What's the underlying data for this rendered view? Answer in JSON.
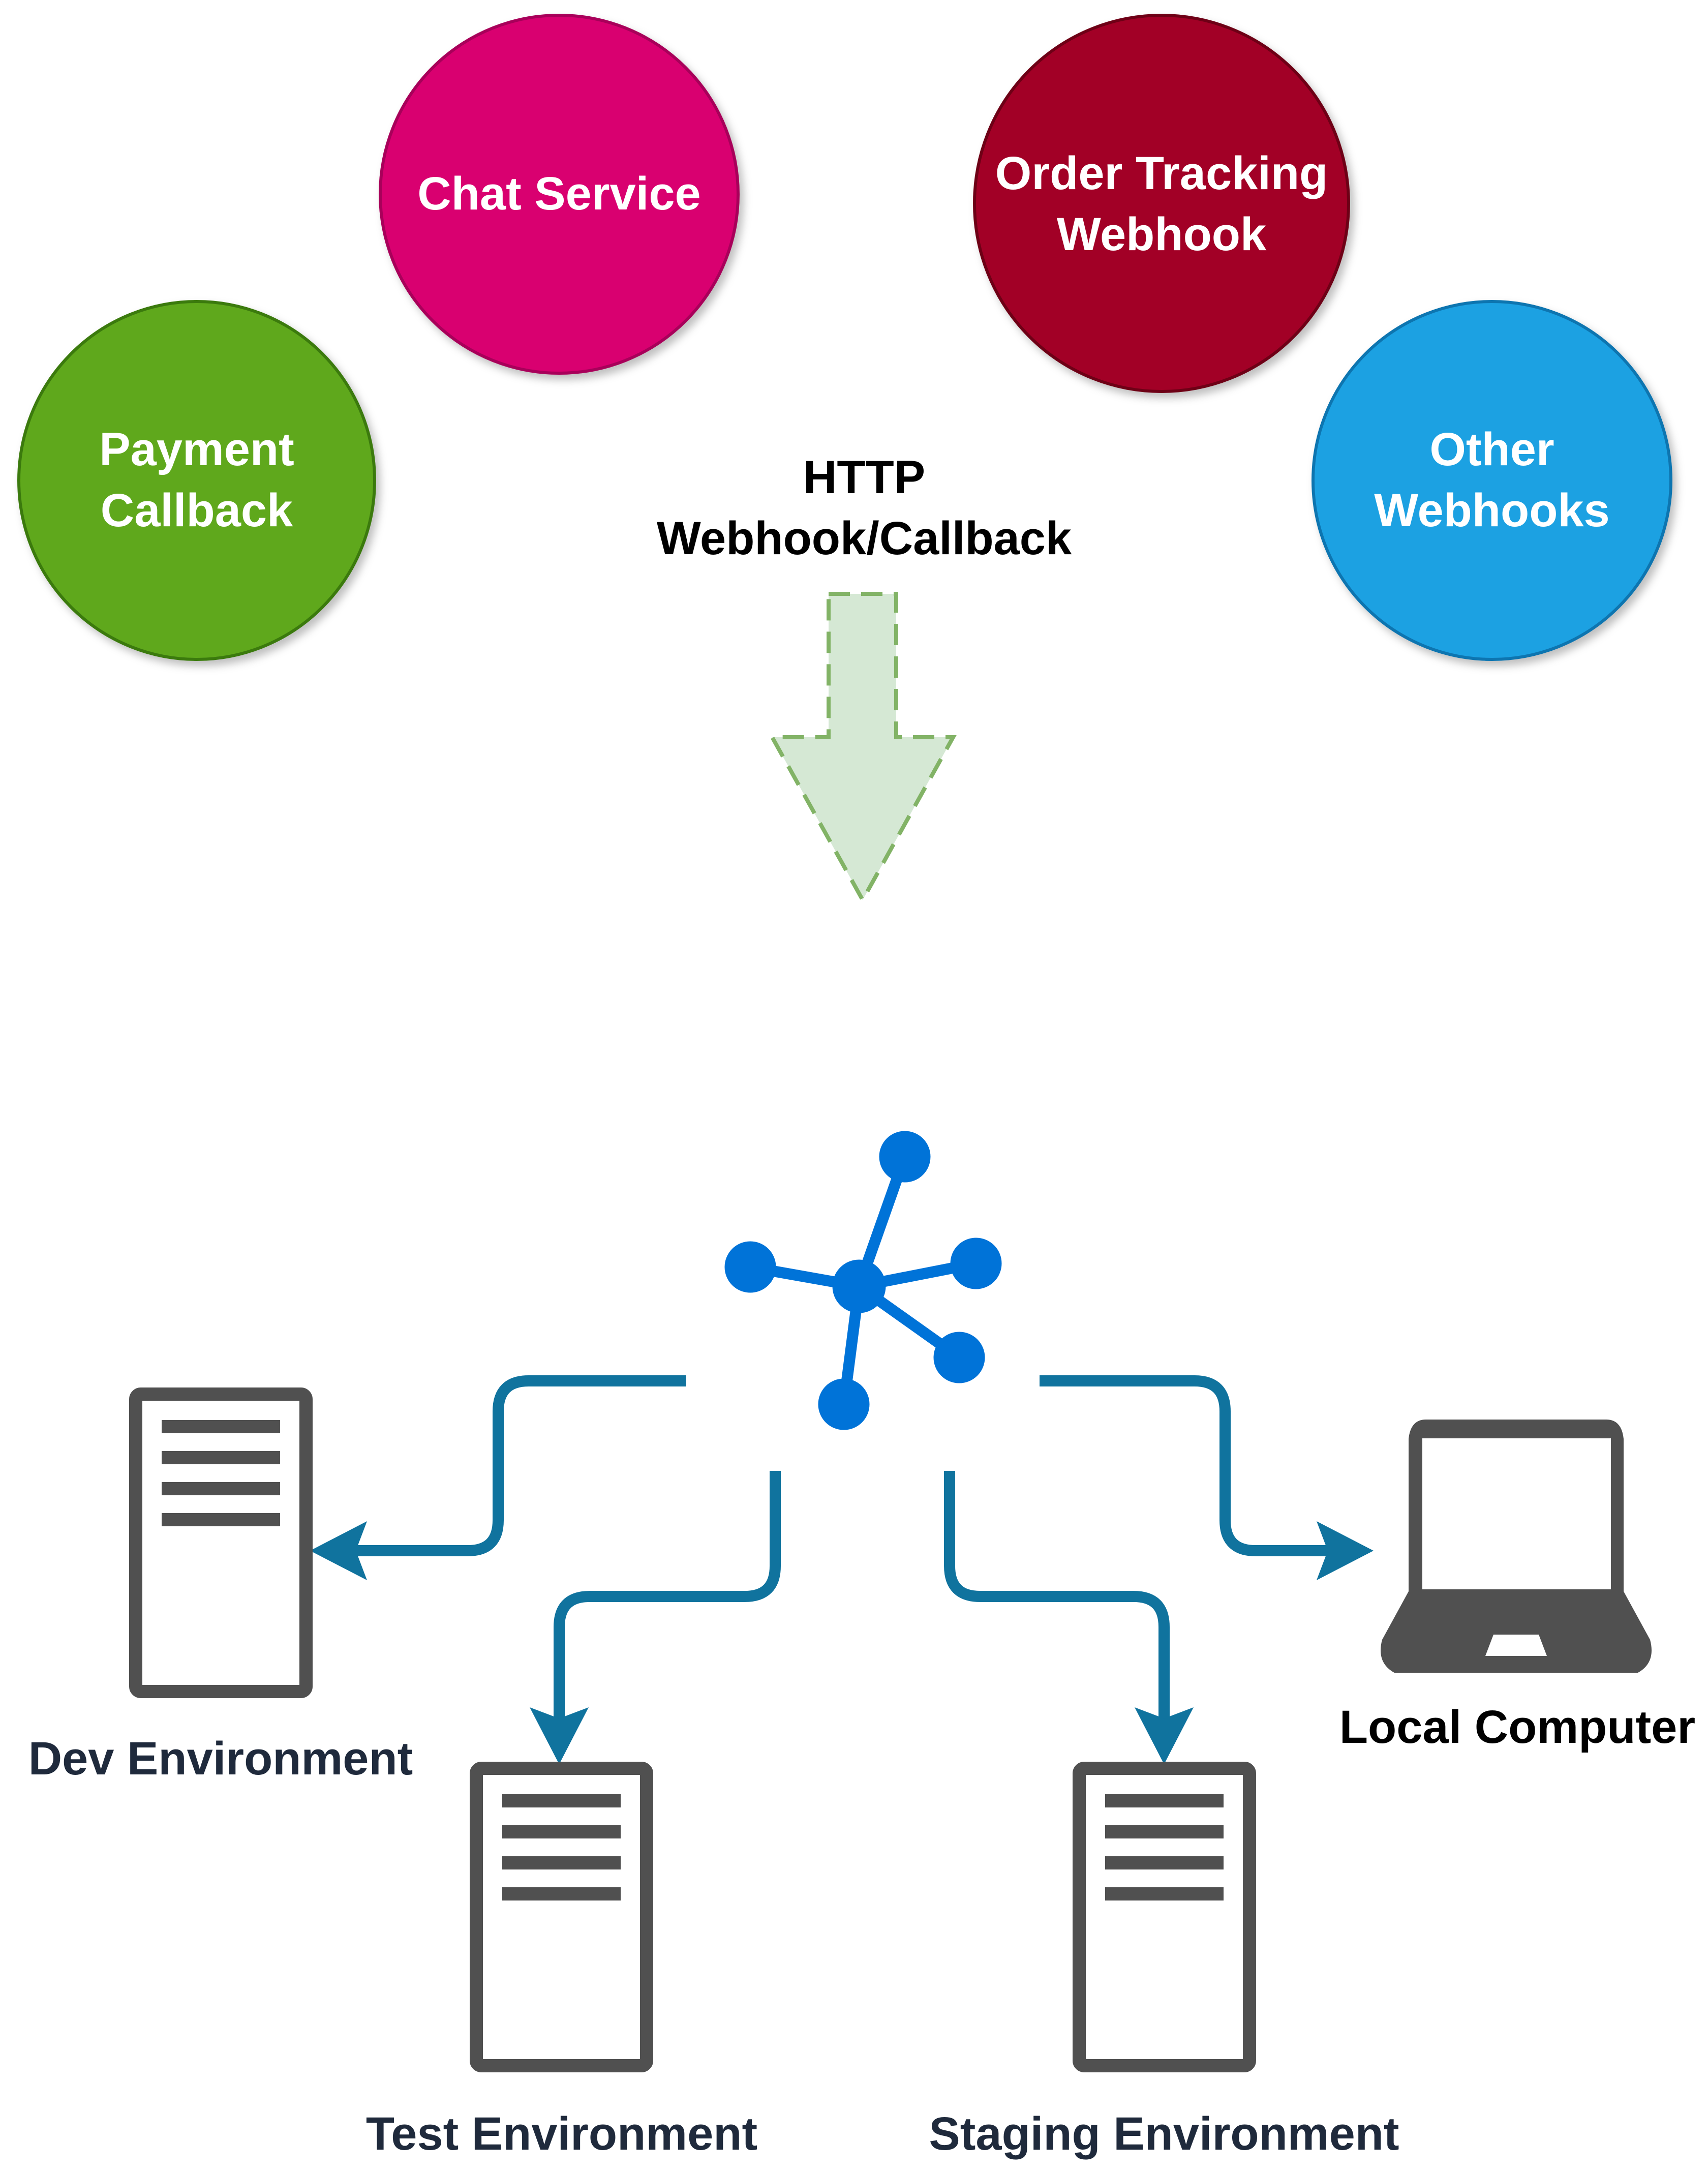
{
  "sources": [
    {
      "id": "payment",
      "lines": [
        "Payment",
        "Callback"
      ],
      "fill": "#5fa81a",
      "stroke": "#3a7a0e"
    },
    {
      "id": "chat",
      "lines": [
        "Chat Service"
      ],
      "fill": "#d9026f",
      "stroke": "#a8035a"
    },
    {
      "id": "order",
      "lines": [
        "Order Tracking",
        "Webhook"
      ],
      "fill": "#a20025",
      "stroke": "#6e0018"
    },
    {
      "id": "other",
      "lines": [
        "Other",
        "Webhooks"
      ],
      "fill": "#1ba1e2",
      "stroke": "#0f74b0"
    }
  ],
  "center_label": {
    "line1": "HTTP",
    "line2": "Webhook/Callback"
  },
  "arrow": {
    "fill": "#d5e8d4",
    "stroke": "#82b366"
  },
  "hub": {
    "icon": "hub-network-icon",
    "color": "#0073d8"
  },
  "connector_color": "#10739e",
  "icon_color": "#505050",
  "destinations": {
    "dev": {
      "label": "Dev Environment",
      "icon": "server-icon"
    },
    "test": {
      "label": "Test Environment",
      "icon": "server-icon"
    },
    "staging": {
      "label": "Staging Environment",
      "icon": "server-icon"
    },
    "local": {
      "label": "Local Computer",
      "icon": "laptop-icon"
    }
  }
}
